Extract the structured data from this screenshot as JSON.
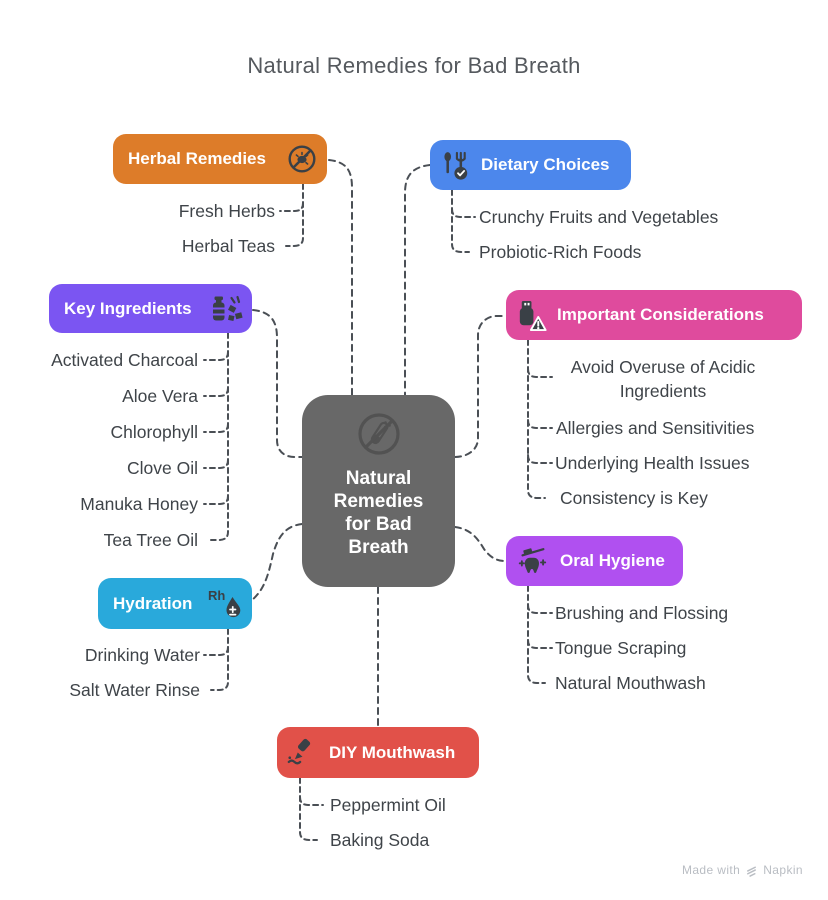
{
  "title": "Natural Remedies for Bad Breath",
  "center": {
    "label": "Natural Remedies for Bad Breath",
    "icon": "no-odor-flask-icon",
    "color": "#686868"
  },
  "branches": [
    {
      "label": "Herbal Remedies",
      "color": "#DD7C29",
      "icon": "no-germs-icon",
      "items": [
        "Fresh Herbs",
        "Herbal Teas"
      ]
    },
    {
      "label": "Dietary Choices",
      "color": "#4C87EC",
      "icon": "cutlery-check-icon",
      "items": [
        "Crunchy Fruits and Vegetables",
        "Probiotic-Rich Foods"
      ]
    },
    {
      "label": "Key Ingredients",
      "color": "#7B55F2",
      "icon": "ingredients-bottle-icon",
      "items": [
        "Activated Charcoal",
        "Aloe Vera",
        "Chlorophyll",
        "Clove Oil",
        "Manuka Honey",
        "Tea Tree Oil"
      ]
    },
    {
      "label": "Important Considerations",
      "color": "#DF4B9D",
      "icon": "usb-warning-icon",
      "items": [
        "Avoid Overuse of Acidic Ingredients",
        "Allergies and Sensitivities",
        "Underlying Health Issues",
        "Consistency is Key"
      ]
    },
    {
      "label": "Hydration",
      "color": "#29A9DB",
      "icon": "humidity-droplet-icon",
      "items": [
        "Drinking Water",
        "Salt Water Rinse"
      ]
    },
    {
      "label": "Oral Hygiene",
      "color": "#B050F0",
      "icon": "tooth-brush-icon",
      "items": [
        "Brushing and Flossing",
        "Tongue Scraping",
        "Natural Mouthwash"
      ]
    },
    {
      "label": "DIY Mouthwash",
      "color": "#E15149",
      "icon": "marker-pen-icon",
      "items": [
        "Peppermint Oil",
        "Baking Soda"
      ]
    }
  ],
  "colors": {
    "connector": "#4A4F55",
    "item_text": "#3F4449",
    "title_text": "#55595E",
    "icon_dark": "#3A4046",
    "watermark": "#B9BDC3"
  },
  "watermark": {
    "prefix": "Made with",
    "brand": "Napkin",
    "icon": "napkin-logo-icon"
  }
}
